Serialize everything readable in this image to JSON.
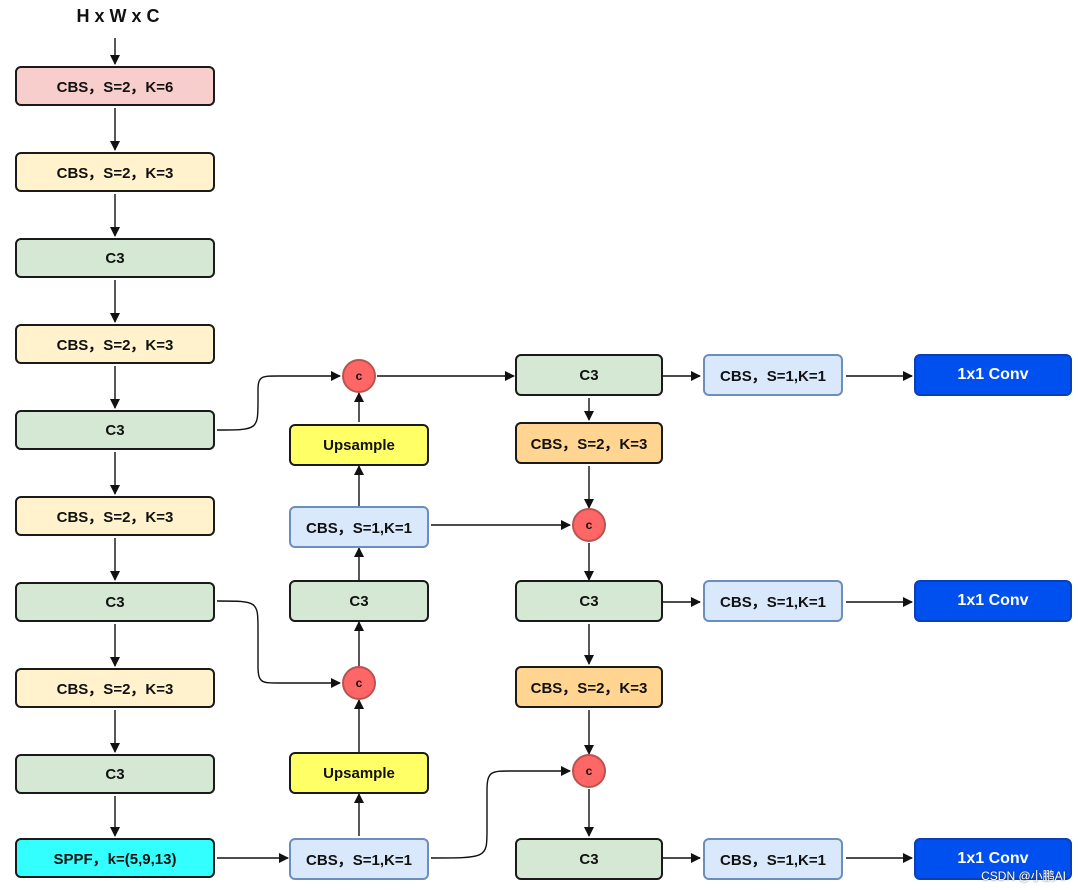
{
  "input_label": "H x W x C",
  "backbone": [
    "CBS，S=2，K=6",
    "CBS，S=2，K=3",
    "C3",
    "CBS，S=2，K=3",
    "C3",
    "CBS，S=2，K=3",
    "C3",
    "CBS，S=2，K=3",
    "C3",
    "SPPF，k=(5,9,13)"
  ],
  "neck": {
    "upsample_top": "Upsample",
    "cbs_mid": "CBS，S=1,K=1",
    "c3_mid": "C3",
    "upsample_bot": "Upsample",
    "cbs_bot": "CBS，S=1,K=1"
  },
  "head": {
    "c3_a": "C3",
    "cbs_down_a": "CBS，S=2，K=3",
    "c3_b": "C3",
    "cbs_down_b": "CBS，S=2，K=3",
    "c3_c": "C3"
  },
  "outputs": {
    "cbs_a": "CBS，S=1,K=1",
    "cbs_b": "CBS，S=1,K=1",
    "cbs_c": "CBS，S=1,K=1",
    "conv_a": "1x1 Conv",
    "conv_b": "1x1 Conv",
    "conv_c": "1x1 Conv"
  },
  "concat_label": "c",
  "watermark": "CSDN @小鹏AI"
}
